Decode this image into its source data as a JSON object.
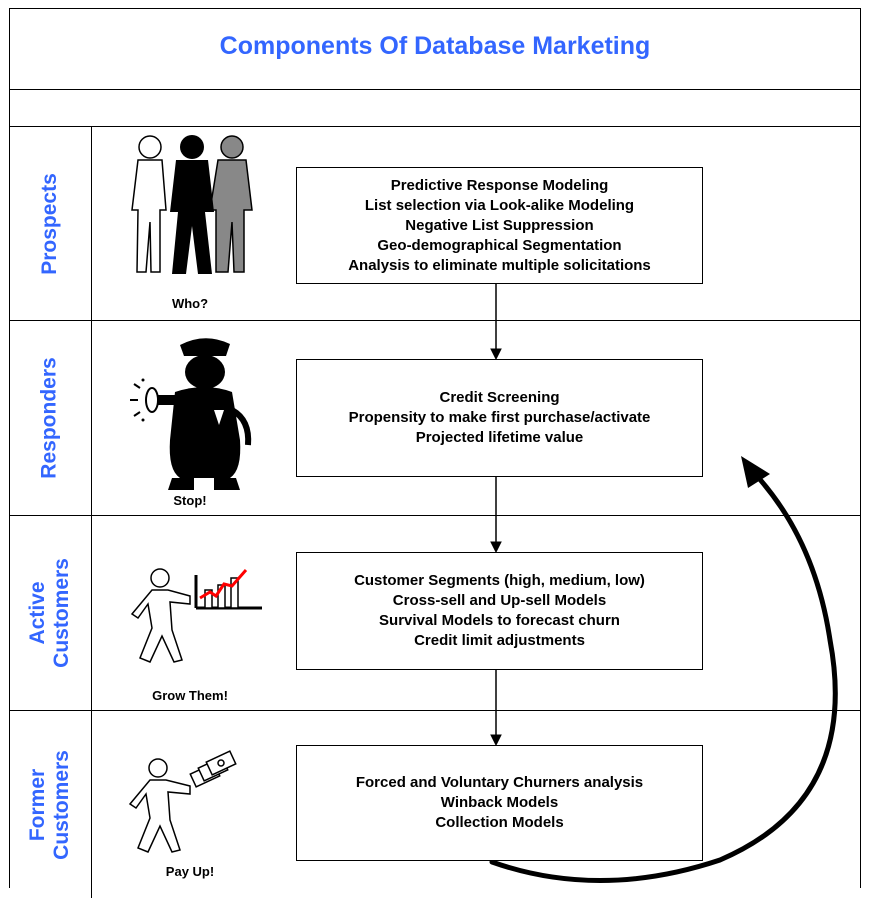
{
  "title": "Components Of Database Marketing",
  "stages": [
    {
      "label_lines": [
        "Prospects"
      ],
      "icon": "three-people-icon",
      "caption": "Who?",
      "items": [
        "Predictive Response Modeling",
        "List selection via Look-alike Modeling",
        "Negative List Suppression",
        "Geo-demographical Segmentation",
        "Analysis to eliminate multiple solicitations"
      ]
    },
    {
      "label_lines": [
        "Responders"
      ],
      "icon": "police-officer-stop-icon",
      "caption": "Stop!",
      "items": [
        "Credit Screening",
        "Propensity to make first purchase/activate",
        "Projected lifetime value"
      ]
    },
    {
      "label_lines": [
        "Active",
        "Customers"
      ],
      "icon": "person-with-growth-chart-icon",
      "caption": "Grow Them!",
      "items": [
        "Customer Segments (high, medium, low)",
        "Cross-sell and Up-sell Models",
        "Survival Models to forecast churn",
        "Credit limit adjustments"
      ]
    },
    {
      "label_lines": [
        "Former",
        "Customers"
      ],
      "icon": "person-holding-money-icon",
      "caption": "Pay Up!",
      "items": [
        "Forced and Voluntary Churners analysis",
        "Winback Models",
        "Collection Models"
      ]
    }
  ],
  "colors": {
    "accent": "#3366ff",
    "line": "#000000",
    "chart_red": "#ff0000"
  }
}
